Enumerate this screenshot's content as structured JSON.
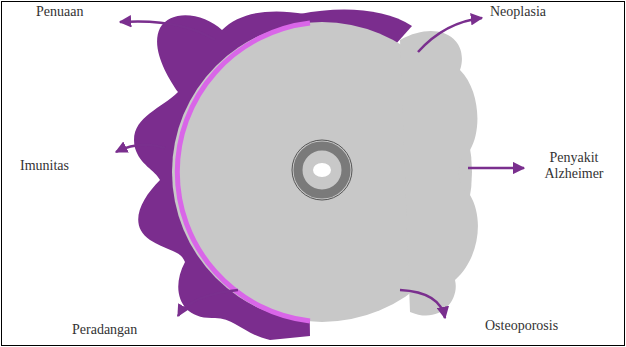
{
  "diagram": {
    "labels": [
      "Penuaan",
      "Neoplasia",
      "Penyakit Alzheimer",
      "Imunitas",
      "Peradangan",
      "Osteoporosis"
    ]
  }
}
